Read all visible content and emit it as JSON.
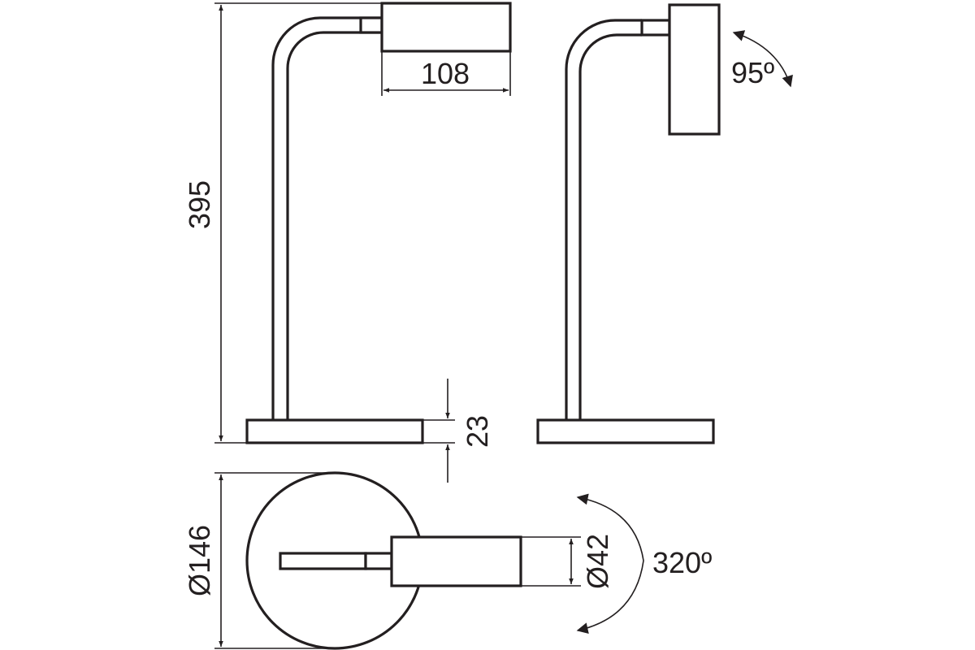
{
  "dimensions": {
    "head_length": "108",
    "total_height": "395",
    "base_height": "23",
    "base_diameter": "Ø146",
    "head_diameter": "Ø42"
  },
  "angles": {
    "head_tilt": "95º",
    "head_rotation": "320º"
  },
  "colors": {
    "line": "#231f20",
    "background": "#ffffff"
  }
}
